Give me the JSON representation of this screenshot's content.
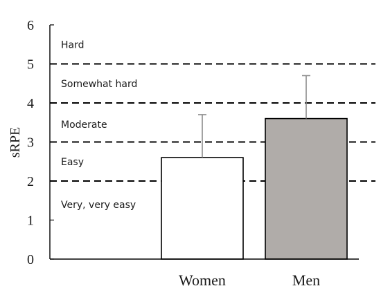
{
  "chart_data": {
    "type": "bar",
    "title": "",
    "xlabel": "",
    "ylabel": "sRPE",
    "ylim": [
      0,
      6
    ],
    "yticks": [
      0,
      1,
      2,
      3,
      4,
      5,
      6
    ],
    "categories": [
      "Women",
      "Men"
    ],
    "values": [
      2.6,
      3.6
    ],
    "error_upper": [
      1.1,
      1.1
    ],
    "bar_colors": [
      "#ffffff",
      "#b0aca9"
    ],
    "edge_color": "#000000",
    "error_color": "#8c8c8c",
    "reference_lines": [
      2,
      3,
      4,
      5
    ],
    "reference_style": "dashed",
    "grid": false,
    "legend": "none",
    "bands": [
      {
        "label": "Hard",
        "y": 5.5
      },
      {
        "label": "Somewhat hard",
        "y": 4.5
      },
      {
        "label": "Moderate",
        "y": 3.45
      },
      {
        "label": "Easy",
        "y": 2.5
      },
      {
        "label": "Very, very easy",
        "y": 1.4
      }
    ]
  }
}
